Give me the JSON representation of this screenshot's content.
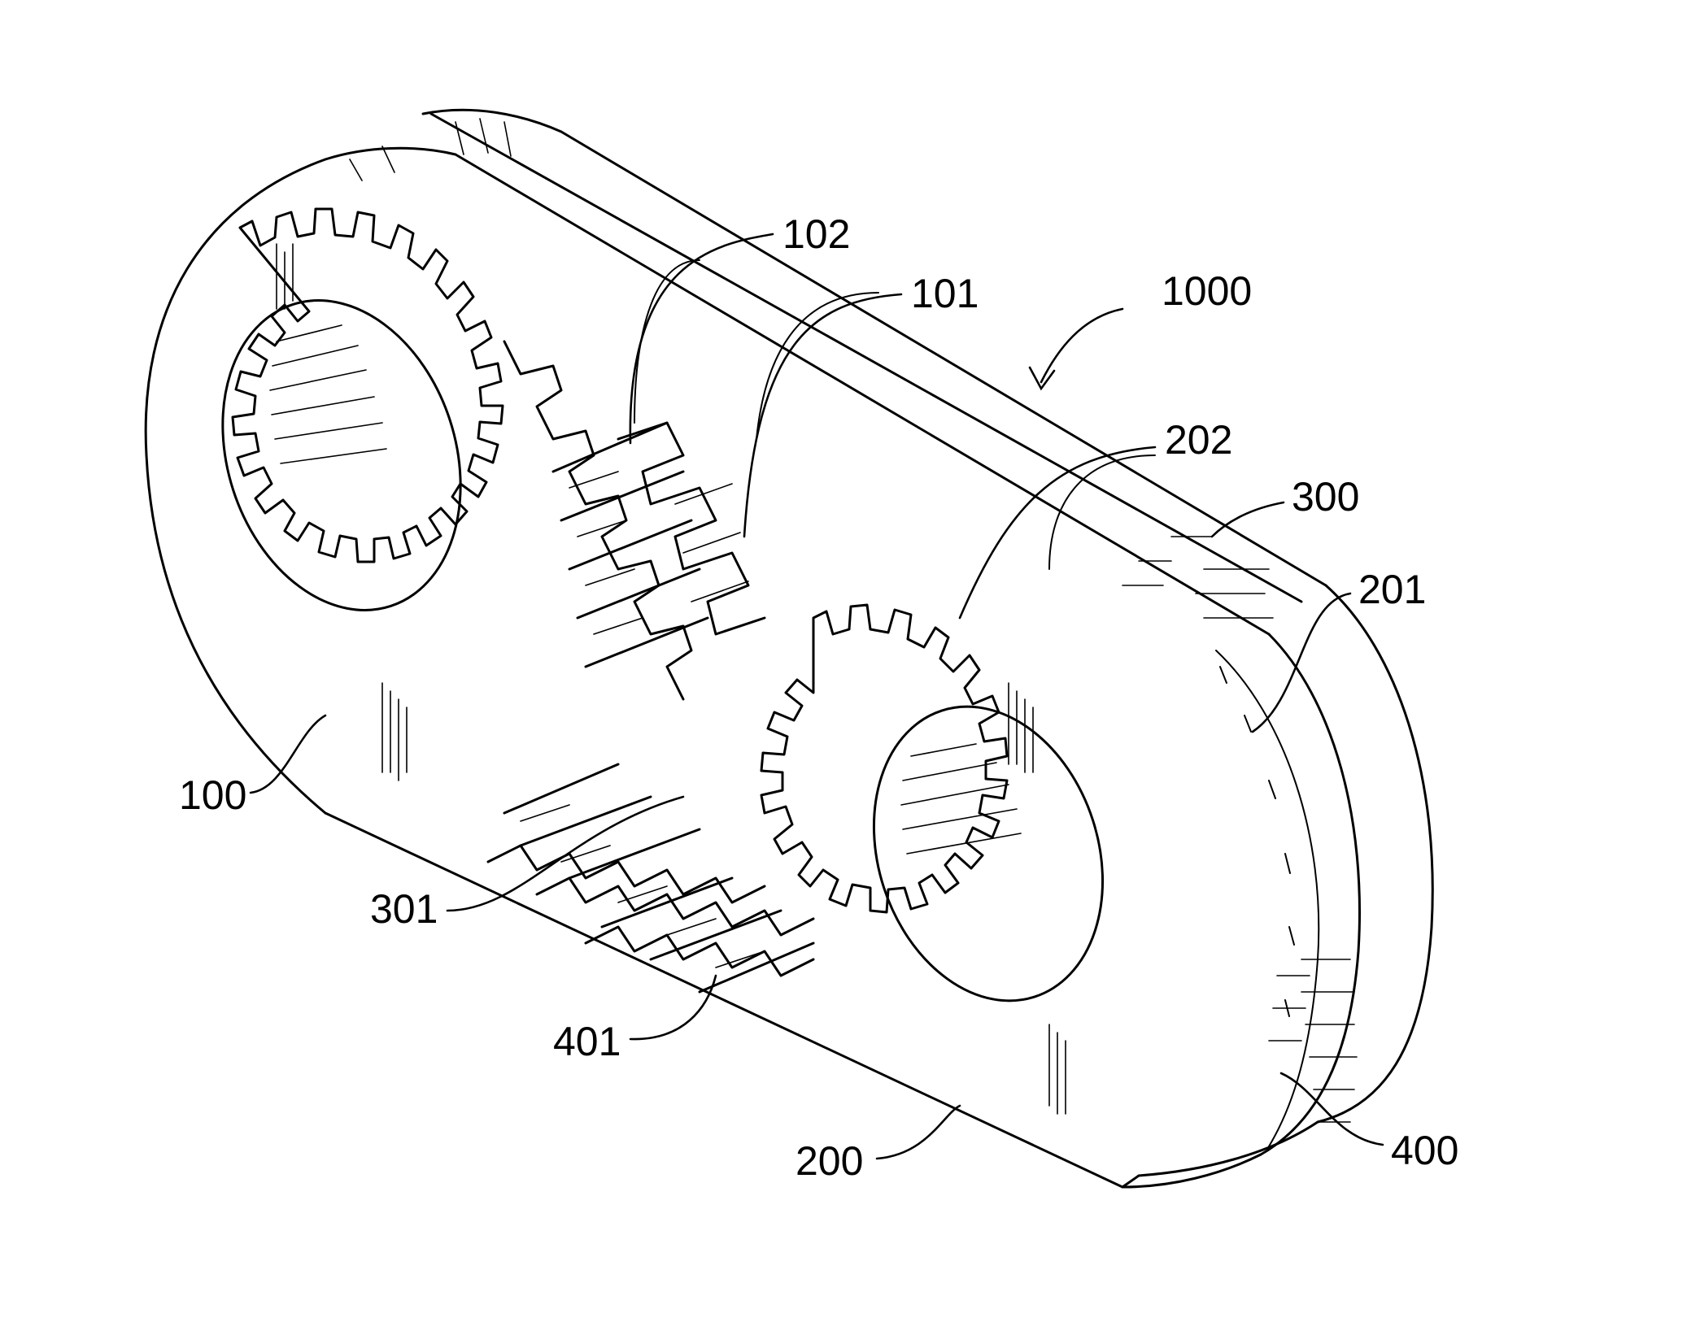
{
  "labels": {
    "l1000": "1000",
    "l102": "102",
    "l101": "101",
    "l202": "202",
    "l300": "300",
    "l201": "201",
    "l100": "100",
    "l301": "301",
    "l401": "401",
    "l200": "200",
    "l400": "400"
  },
  "colors": {
    "line": "#000000",
    "background": "#ffffff"
  }
}
